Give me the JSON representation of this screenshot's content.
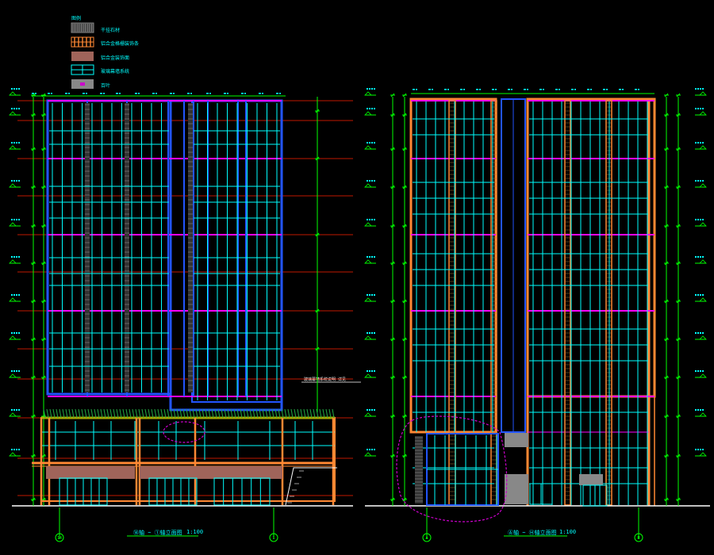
{
  "legend": {
    "heading": "图例",
    "items": [
      {
        "label": "干挂石材",
        "swatch": "grille"
      },
      {
        "label": "铝合金格栅装饰条",
        "swatch": "orange-bars"
      },
      {
        "label": "铝合金装饰面",
        "swatch": "brown"
      },
      {
        "label": "玻璃幕墙系统",
        "swatch": "glass"
      },
      {
        "label": "百叶",
        "swatch": "grey"
      }
    ]
  },
  "drawings": [
    {
      "title": "⑭轴 ~ ①轴立面图",
      "scale": "1:100"
    },
    {
      "title": "Ⓐ轴 ~ Ⓗ轴立面图",
      "scale": "1:100"
    }
  ],
  "note_text": "玻璃幕墙系统说明 详见",
  "grid_labels": [
    "14",
    "1",
    "A",
    "H"
  ],
  "colors": {
    "background": "#000000",
    "cyan": "#00ffff",
    "blue": "#2255ff",
    "magenta": "#ff00ff",
    "orange": "#ff8833",
    "green": "#00ff00",
    "red": "#ff2200",
    "brown": "#a0645a",
    "grey": "#888888",
    "purple": "#cc00cc"
  }
}
